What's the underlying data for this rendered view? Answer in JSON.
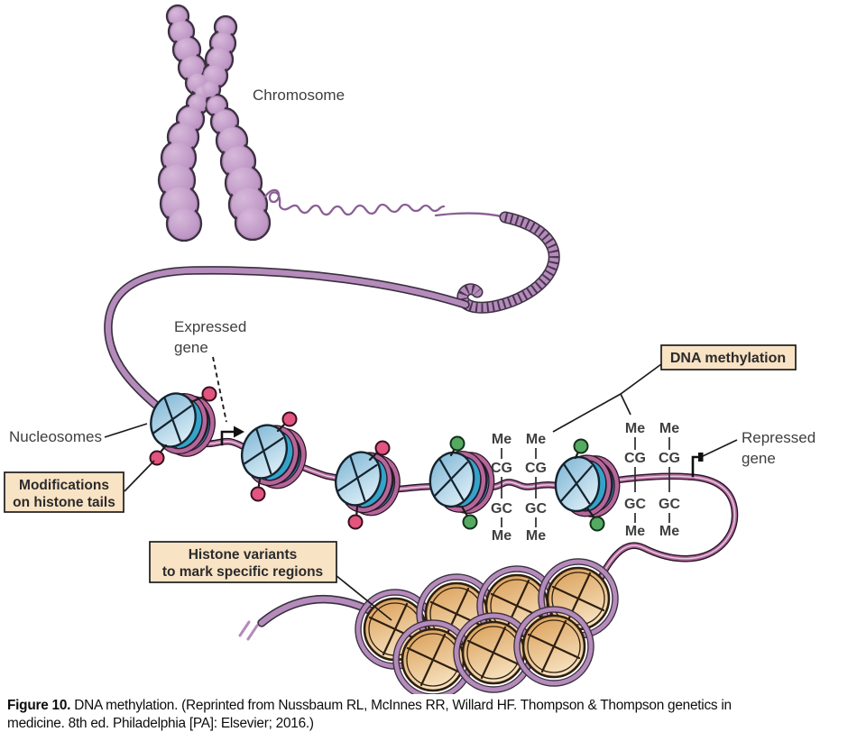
{
  "figure": {
    "labels": {
      "chromosome": "Chromosome",
      "expressed_gene_line1": "Expressed",
      "expressed_gene_line2": "gene",
      "nucleosomes": "Nucleosomes",
      "repressed_gene_line1": "Repressed",
      "repressed_gene_line2": "gene"
    },
    "callouts": {
      "modifications": {
        "line1": "Modifications",
        "line2": "on histone tails"
      },
      "dna_methylation": {
        "label": "DNA methylation"
      },
      "histone_variants": {
        "line1": "Histone variants",
        "line2": "to mark specific regions"
      }
    },
    "methylation": {
      "me": "Me",
      "cg": "CG",
      "gc": "GC"
    },
    "caption": {
      "figure_label": "Figure 10.",
      "line1": "DNA methylation. (Reprinted from Nussbaum RL, McInnes RR, Willard HF. Thompson & Thompson genetics in",
      "line2": "medicine. 8th ed. Philadelphia [PA]: Elsevier; 2016.)"
    },
    "colors": {
      "chromatin_purple": "#b48bba",
      "strand_purple": "#b4679b",
      "nucleosome_blue": "#79b2d3",
      "nucleosome_teal": "#35a3c9",
      "histone_orange": "#db9f58",
      "modification_pink": "#e1557f",
      "modification_green": "#55aa62",
      "callout_tan": "#f9e3c5",
      "outline_dark": "#3a3040",
      "text_gray": "#3f3f3f"
    }
  }
}
